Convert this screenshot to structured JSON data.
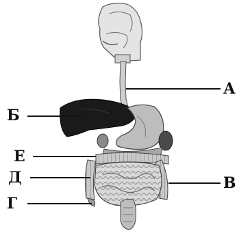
{
  "labels": {
    "a": "А",
    "b": "Б",
    "v": "В",
    "g": "Г",
    "d": "Д",
    "e": "Е"
  }
}
